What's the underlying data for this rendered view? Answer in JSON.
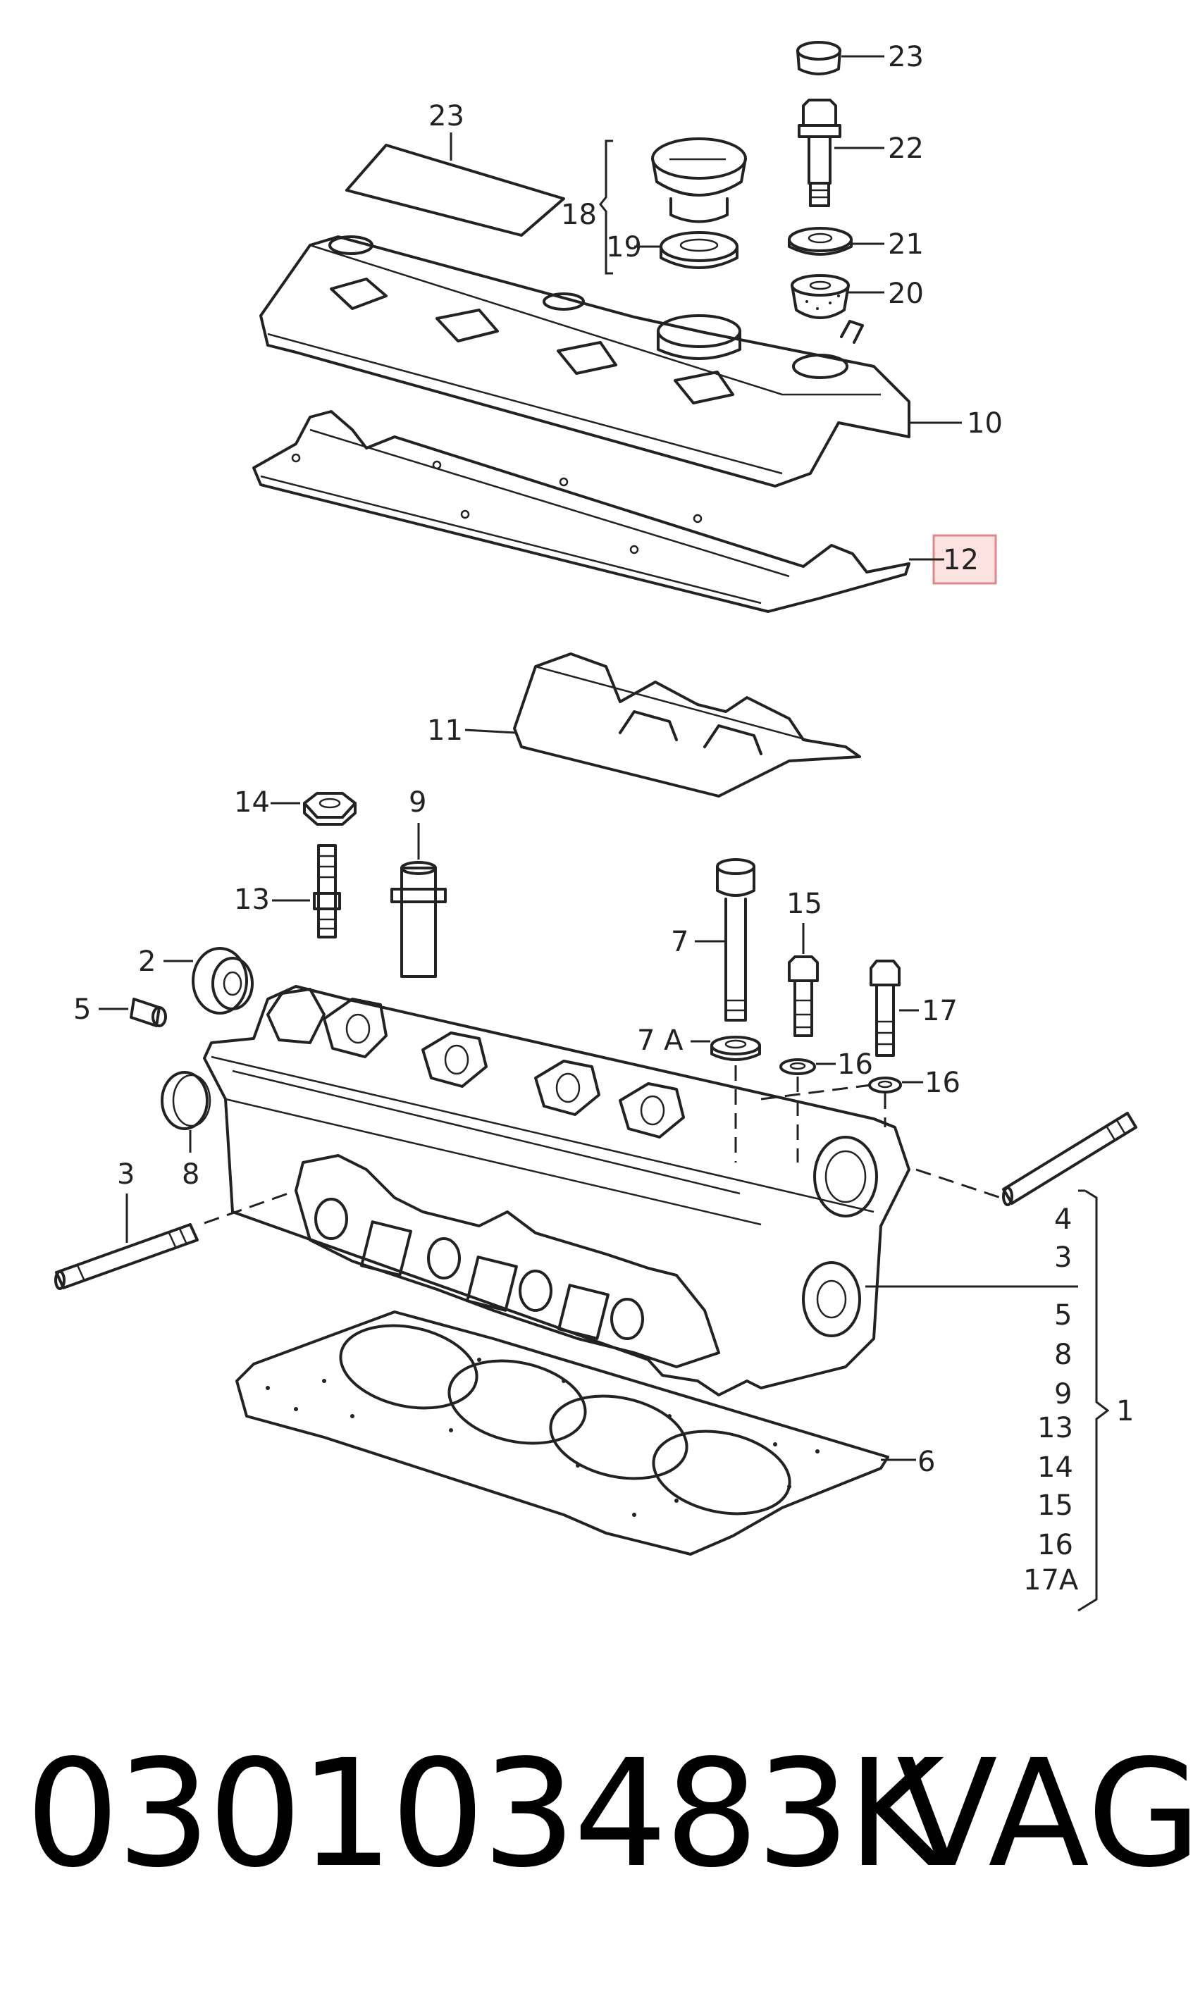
{
  "callouts": {
    "c23_top": "23",
    "c22": "22",
    "c21": "21",
    "c20": "20",
    "c23_left": "23",
    "c18": "18",
    "c19": "19",
    "c10": "10",
    "c12": "12",
    "c11": "11",
    "c14": "14",
    "c9": "9",
    "c13": "13",
    "c2": "2",
    "c5": "5",
    "c8": "8",
    "c3": "3",
    "c7": "7",
    "c15": "15",
    "c17": "17",
    "c7a": "7 A",
    "c16a": "16",
    "c16b": "16",
    "c6": "6"
  },
  "group1_list": [
    "4",
    "3",
    "5",
    "8",
    "9",
    "13",
    "14",
    "15",
    "16",
    "17A"
  ],
  "group1_label": "1",
  "footer": {
    "part_number": "030103483K",
    "brand": "VAG"
  },
  "colors": {
    "line": "#222222",
    "highlight_fill": "#fde2e2",
    "highlight_stroke": "#dd8888"
  }
}
